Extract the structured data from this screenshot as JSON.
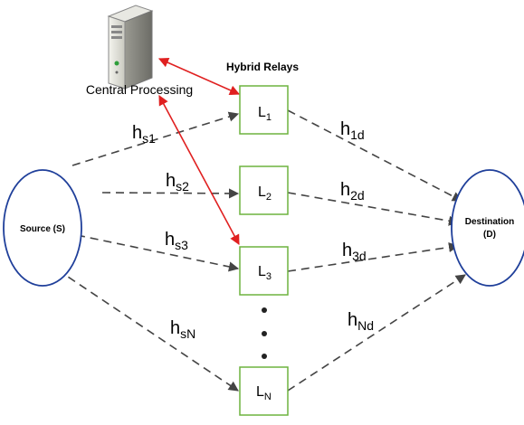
{
  "central_processing_label": "Central Processing",
  "hybrid_relays_label": "Hybrid Relays",
  "source_label": "Source (S)",
  "destination_label_line1": "Destination",
  "destination_label_line2": "(D)",
  "relays": [
    {
      "base": "L",
      "sub": "1"
    },
    {
      "base": "L",
      "sub": "2"
    },
    {
      "base": "L",
      "sub": "3"
    },
    {
      "base": "L",
      "sub": "N"
    }
  ],
  "source_channels": [
    {
      "base": "h",
      "sub": "s1"
    },
    {
      "base": "h",
      "sub": "s2"
    },
    {
      "base": "h",
      "sub": "s3"
    },
    {
      "base": "h",
      "sub": "sN"
    }
  ],
  "destination_channels": [
    {
      "base": "h",
      "sub": "1d"
    },
    {
      "base": "h",
      "sub": "2d"
    },
    {
      "base": "h",
      "sub": "3d"
    },
    {
      "base": "h",
      "sub": "Nd"
    }
  ],
  "colors": {
    "ellipse_stroke": "#1f3f9a",
    "relay_stroke": "#6db33f",
    "control_link": "#e02020",
    "dashed_link": "#444444"
  },
  "icons": {
    "server": "server-tower-icon"
  }
}
